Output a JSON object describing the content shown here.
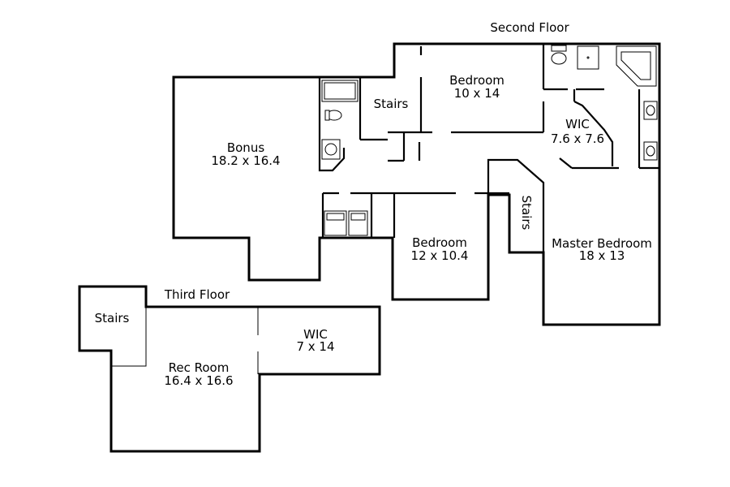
{
  "floors": {
    "second": "Second Floor",
    "third": "Third Floor"
  },
  "rooms": {
    "bonus": {
      "name": "Bonus",
      "size": "18.2 x 16.4"
    },
    "stairs_top": {
      "name": "Stairs"
    },
    "bedroom_top": {
      "name": "Bedroom",
      "size": "10 x 14"
    },
    "wic_master": {
      "name": "WIC",
      "size": "7.6 x 7.6"
    },
    "stairs_mid": {
      "name": "Stairs"
    },
    "bedroom_mid": {
      "name": "Bedroom",
      "size": "12 x 10.4"
    },
    "master": {
      "name": "Master Bedroom",
      "size": "18 x 13"
    },
    "stairs_third": {
      "name": "Stairs"
    },
    "wic_third": {
      "name": "WIC",
      "size": "7 x 14"
    },
    "rec": {
      "name": "Rec Room",
      "size": "16.4 x 16.6"
    }
  }
}
